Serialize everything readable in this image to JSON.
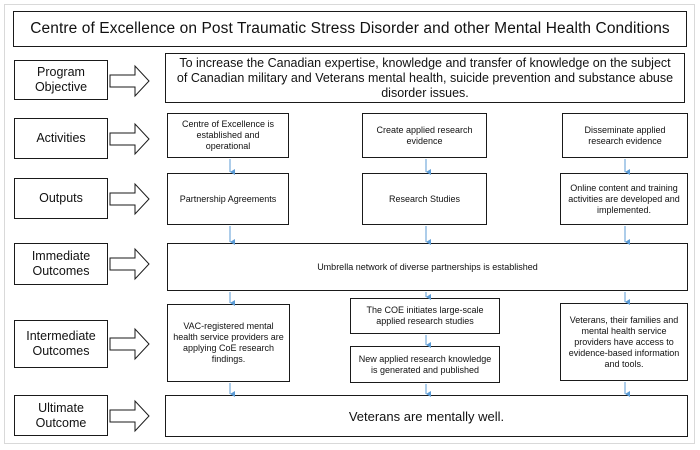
{
  "title": "Centre of Excellence on Post Traumatic Stress Disorder and other Mental Health Conditions",
  "rows": {
    "program_objective": {
      "label": "Program\nObjective",
      "text": "To increase the Canadian expertise, knowledge and transfer of knowledge on the subject of Canadian military and Veterans mental health, suicide prevention and substance abuse disorder issues."
    },
    "activities": {
      "label": "Activities",
      "items": [
        "Centre of Excellence is established and operational",
        "Create applied research evidence",
        "Disseminate applied research evidence"
      ]
    },
    "outputs": {
      "label": "Outputs",
      "items": [
        "Partnership Agreements",
        "Research Studies",
        "Online content and training activities are developed and implemented."
      ]
    },
    "immediate_outcomes": {
      "label": "Immediate\nOutcomes",
      "text": "Umbrella network of diverse partnerships is established"
    },
    "intermediate_outcomes": {
      "label": "Intermediate\nOutcomes",
      "items": [
        "VAC-registered mental health service providers are applying CoE research findings.",
        "The COE initiates large-scale applied research studies",
        "New applied research knowledge is generated and published",
        "Veterans, their families and mental health service providers have access to evidence-based information and tools."
      ]
    },
    "ultimate_outcome": {
      "label": "Ultimate\nOutcome",
      "text": "Veterans are mentally well."
    }
  },
  "colors": {
    "border": "#1a1a1a",
    "connector": "#5b9bd5",
    "frame": "#d9d9d9"
  }
}
